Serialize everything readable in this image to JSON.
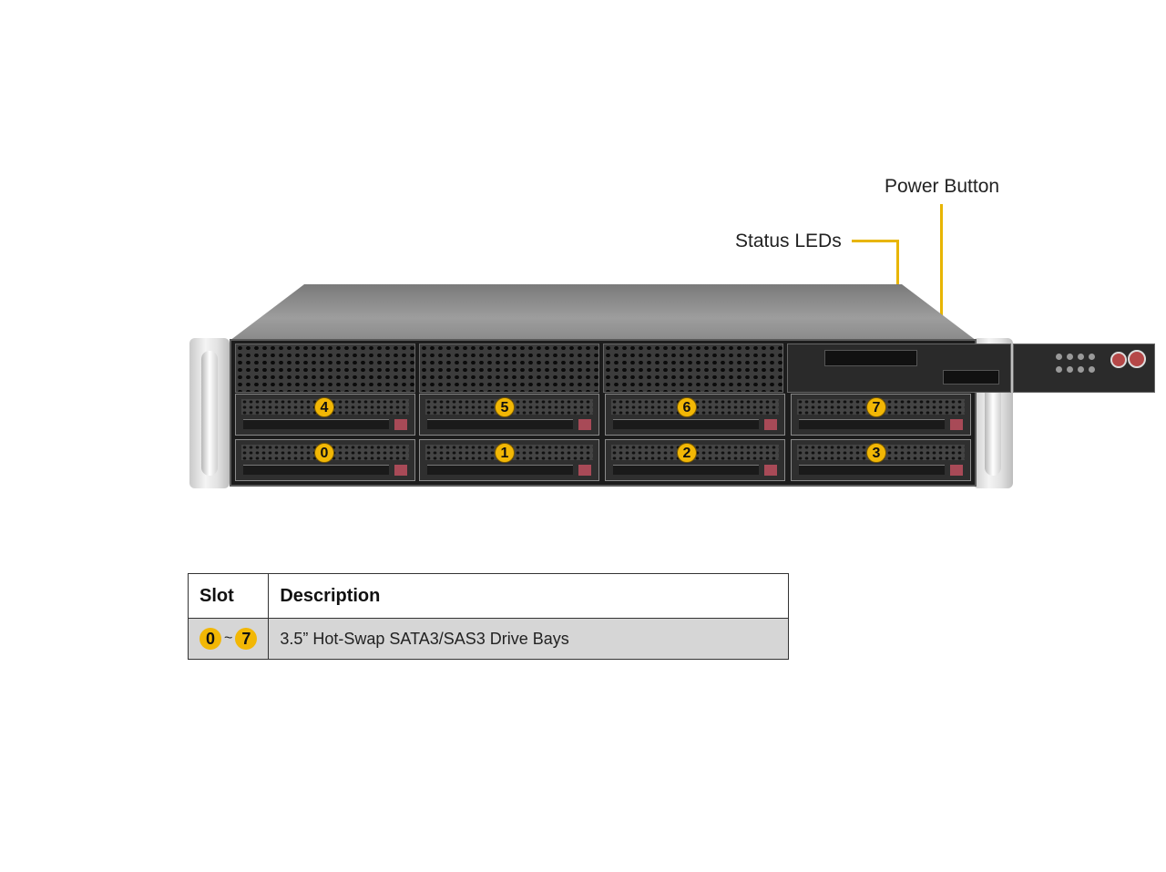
{
  "callouts": {
    "power_button": "Power Button",
    "status_leds": "Status LEDs"
  },
  "accent_color": "#f2b705",
  "bays": {
    "top_row": [
      "4",
      "5",
      "6",
      "7"
    ],
    "bottom_row": [
      "0",
      "1",
      "2",
      "3"
    ]
  },
  "table": {
    "headers": {
      "slot": "Slot",
      "description": "Description"
    },
    "row": {
      "slot_start": "0",
      "slot_separator": "~",
      "slot_end": "7",
      "description": "3.5” Hot-Swap SATA3/SAS3 Drive Bays"
    }
  }
}
